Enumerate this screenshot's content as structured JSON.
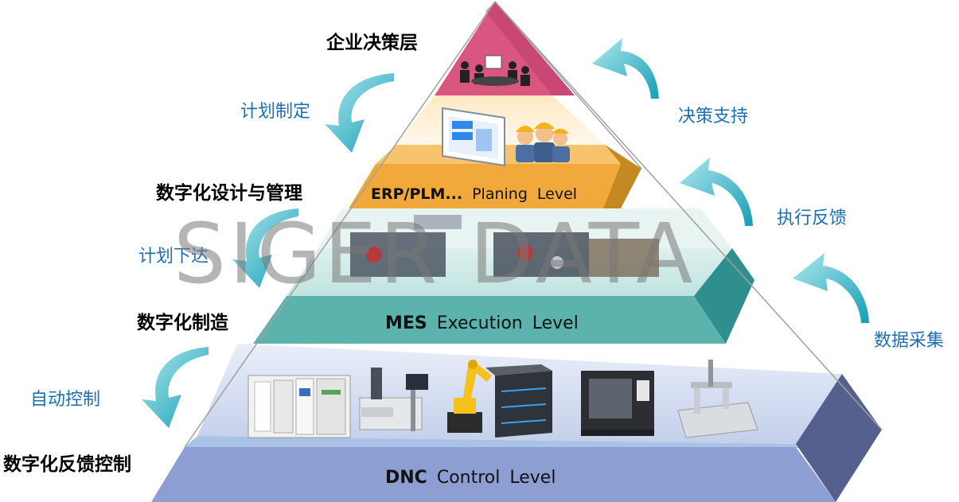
{
  "watermark": "SIGER DATA",
  "levels": {
    "top": {
      "left_label": "企业决策层"
    },
    "erp": {
      "left_label": "数字化设计与管理",
      "title_bold": "ERP/PLM...",
      "title_rest_1": "Planing",
      "title_rest_2": "Level"
    },
    "mes": {
      "left_label": "数字化制造",
      "title_bold": "MES",
      "title_rest_1": "Execution",
      "title_rest_2": "Level"
    },
    "dnc": {
      "left_label": "数字化反馈控制",
      "title_bold": "DNC",
      "title_rest_1": "Control",
      "title_rest_2": "Level"
    }
  },
  "down_flows": [
    "计划制定",
    "计划下达",
    "自动控制"
  ],
  "up_flows": [
    "决策支持",
    "执行反馈",
    "数据采集"
  ],
  "colors": {
    "top_face": "#d8567f",
    "erp_face": "#f2a93b",
    "mes_face": "#5fb6b0",
    "dnc_face": "#8ea4d4",
    "arrow": "#1fa6b8"
  }
}
